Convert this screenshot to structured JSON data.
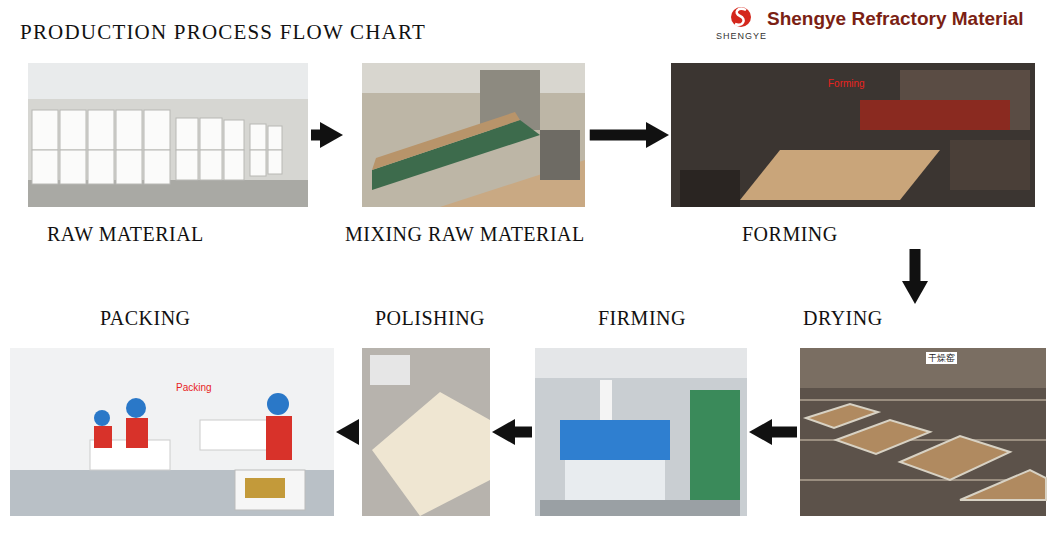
{
  "diagram": {
    "title": "PRODUCTION PROCESS FLOW CHART",
    "nodes": [
      {
        "text": [
          "RAW MATERIAL"
        ]
      },
      {
        "text": [
          "MIXING RAW MATERIAL"
        ]
      },
      {
        "text": [
          "FORMING",
          "Forming"
        ]
      },
      {
        "text": [
          "DRYING",
          "干燥窑"
        ]
      },
      {
        "text": [
          "FIRMING"
        ]
      },
      {
        "text": [
          "POLISHING"
        ]
      },
      {
        "text": [
          "PACKING",
          "Packing"
        ]
      }
    ],
    "edges": [
      {
        "from": 0,
        "to": 1,
        "arrow": "to"
      },
      {
        "from": 1,
        "to": 2,
        "arrow": "to"
      },
      {
        "from": 2,
        "to": 3,
        "arrow": "to"
      },
      {
        "from": 3,
        "to": 4,
        "arrow": "to"
      },
      {
        "from": 4,
        "to": 5,
        "arrow": "to"
      },
      {
        "from": 5,
        "to": 6,
        "arrow": "to"
      }
    ],
    "labels": [
      "Shengye Refractory Material",
      "SHENGYE"
    ]
  }
}
